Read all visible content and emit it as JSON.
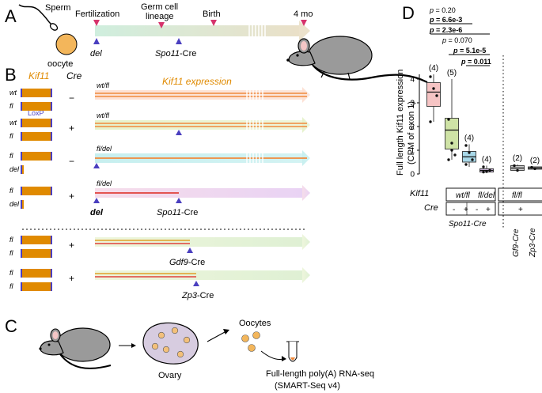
{
  "panelA": {
    "letter": "A",
    "sperm": "Sperm",
    "oocyte": "oocyte",
    "fertilization": "Fertilization",
    "germ_line1": "Germ cell",
    "germ_line2": "lineage",
    "birth": "Birth",
    "month": "4 mo",
    "del": "del",
    "spo11_italic": "Spo11",
    "cre": "-Cre"
  },
  "panelB": {
    "letter": "B",
    "kif11_header": "Kif11",
    "cre_header": "Cre",
    "expression_label": "Kif11 expression",
    "loxp": "LoxP",
    "rows": [
      {
        "a1": "wt",
        "a2": "fl",
        "cre": "−",
        "geno": "wt/fl"
      },
      {
        "a1": "wt",
        "a2": "fl",
        "cre": "+",
        "geno": "wt/fl"
      },
      {
        "a1": "fl",
        "a2": "del",
        "cre": "−",
        "geno": "fl/del"
      },
      {
        "a1": "fl",
        "a2": "del",
        "cre": "+",
        "geno": "fl/del"
      },
      {
        "a1": "fl",
        "a2": "fl",
        "cre": "+",
        "geno": ""
      },
      {
        "a1": "fl",
        "a2": "fl",
        "cre": "+",
        "geno": ""
      }
    ],
    "row4_del": "del",
    "row4_spo11": "Spo11",
    "row4_cre": "-Cre",
    "row5_gdf9": "Gdf9",
    "row5_cre": "-Cre",
    "row6_zp3": "Zp3",
    "row6_cre": "-Cre"
  },
  "panelC": {
    "letter": "C",
    "oocytes": "Oocytes",
    "ovary": "Ovary",
    "seq1": "Full-length poly(A) RNA-seq",
    "seq2": "(SMART-Seq v4)"
  },
  "panelD": {
    "letter": "D",
    "ylabel1": "Full length Kif11 expression",
    "ylabel2": "(CPM of exon 1)",
    "yticks": [
      "0",
      "1",
      "2",
      "3",
      "4"
    ],
    "pvalues": [
      "p = 0.20",
      "p = 6.6e-3",
      "p = 2.3e-6",
      "p = 0.070",
      "p = 5.1e-5",
      "p = 0.011"
    ],
    "kif11_label": "Kif11",
    "cre_label": "Cre",
    "geno1": "wt/fl",
    "geno2": "fl/del",
    "geno3": "fl/fl",
    "cre_signs": [
      "-",
      "+",
      "-",
      "+",
      "+"
    ],
    "spo11_cre": "Spo11-Cre",
    "gf9_cre": "Gf9-Cre",
    "zp3_cre": "Zp3-Cre"
  },
  "chart_data": {
    "type": "box",
    "ylabel": "Full length Kif11 expression (CPM of exon 1)",
    "ylim": [
      0,
      4.6
    ],
    "groups": [
      {
        "n_label": "(4)",
        "color": "#f6c4c4",
        "q1": 2.85,
        "median": 3.45,
        "q3": 3.85,
        "min": 2.2,
        "max": 4.2,
        "points": [
          4.1,
          3.6,
          3.3,
          2.2
        ]
      },
      {
        "n_label": "(5)",
        "color": "#cfe3a6",
        "q1": 1.05,
        "median": 1.85,
        "q3": 2.35,
        "min": 0.6,
        "max": 4.0,
        "points": [
          2.3,
          1.3,
          0.8,
          0.6,
          1.0
        ]
      },
      {
        "n_label": "(4)",
        "color": "#a8d8e8",
        "q1": 0.5,
        "median": 0.72,
        "q3": 0.95,
        "min": 0.3,
        "max": 1.25,
        "points": [
          1.2,
          0.9,
          0.6,
          0.4
        ]
      },
      {
        "n_label": "(4)",
        "color": "#d9c2e8",
        "q1": 0.08,
        "median": 0.15,
        "q3": 0.22,
        "min": 0.05,
        "max": 0.35,
        "points": [
          0.3,
          0.1,
          0.15,
          0.08
        ]
      },
      {
        "n_label": "(2)",
        "color": "#c8c8c8",
        "q1": 0.15,
        "median": 0.25,
        "q3": 0.35,
        "min": 0.1,
        "max": 0.4,
        "points": [
          0.35,
          0.15
        ]
      },
      {
        "n_label": "(2)",
        "color": "#bdbdbd",
        "q1": 0.2,
        "median": 0.25,
        "q3": 0.3,
        "min": 0.2,
        "max": 0.3,
        "points": [
          0.28,
          0.22
        ]
      }
    ]
  }
}
